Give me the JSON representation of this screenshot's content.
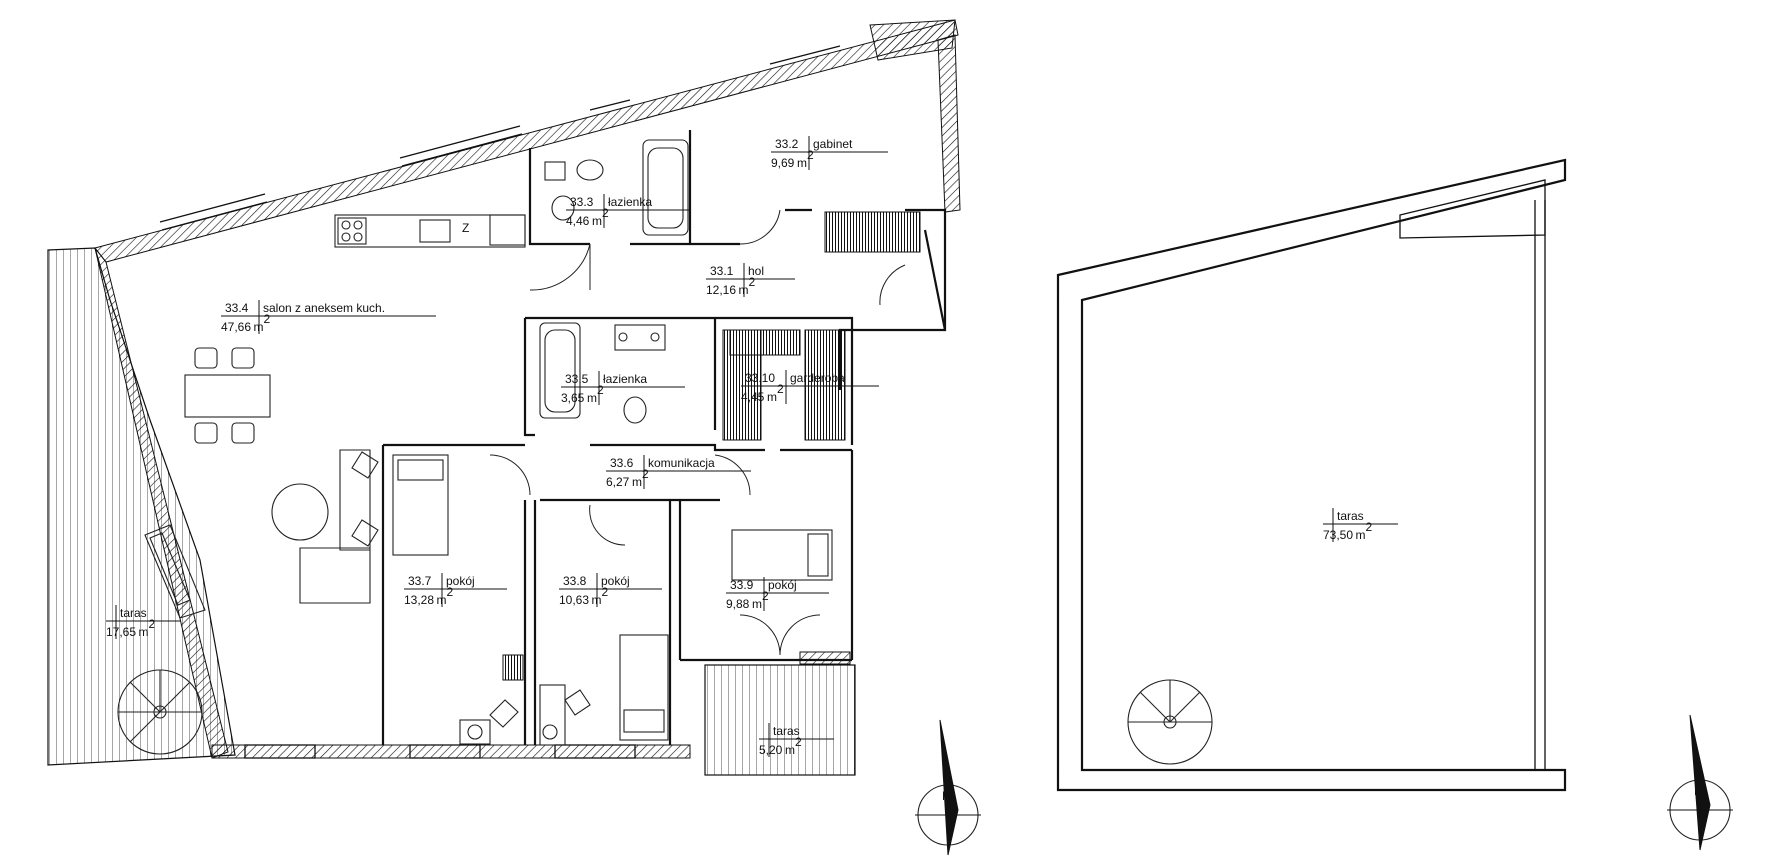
{
  "rooms": [
    {
      "id": "33.1",
      "name": "hol",
      "area": "12,16"
    },
    {
      "id": "33.2",
      "name": "gabinet",
      "area": "9,69"
    },
    {
      "id": "33.3",
      "name": "łazienka",
      "area": "4,46"
    },
    {
      "id": "33.4",
      "name": "salon z aneksem kuch.",
      "area": "47,66"
    },
    {
      "id": "33.5",
      "name": "łazienka",
      "area": "3,65"
    },
    {
      "id": "33.6",
      "name": "komunikacja",
      "area": "6,27"
    },
    {
      "id": "33.7",
      "name": "pokój",
      "area": "13,28"
    },
    {
      "id": "33.8",
      "name": "pokój",
      "area": "10,63"
    },
    {
      "id": "33.9",
      "name": "pokój",
      "area": "9,88"
    },
    {
      "id": "33.10",
      "name": "garderoba",
      "area": "4,45"
    }
  ],
  "terraces": [
    {
      "name": "taras",
      "area": "17,65"
    },
    {
      "name": "taras",
      "area": "5,20"
    },
    {
      "name": "taras",
      "area": "73,50"
    }
  ],
  "area_unit": "m",
  "area_unit_power": "2",
  "kitchen_mark": "Z",
  "north_arrow_letter": "N",
  "colors": {
    "lines": "#111111",
    "background": "#ffffff"
  }
}
